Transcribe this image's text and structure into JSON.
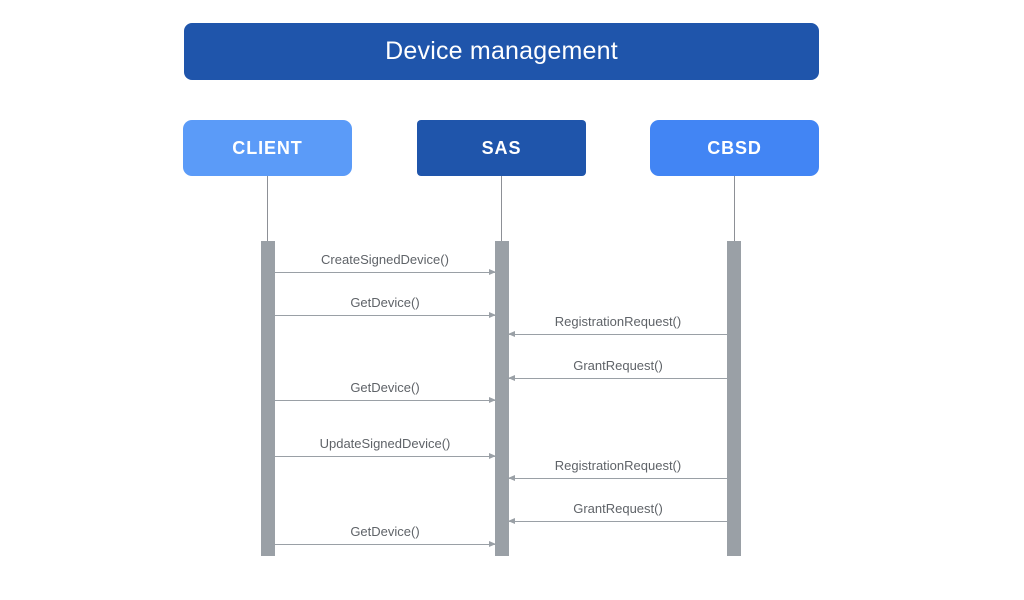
{
  "diagram": {
    "kind": "sequence-diagram",
    "title": "Device management",
    "colors": {
      "title_background": "#1f55ab",
      "client_box": "#5b9bf8",
      "sas_box": "#1f55ab",
      "cbsd_box": "#4285f4",
      "activation_bar": "#9aa0a6",
      "message_line": "#9aa0a6",
      "message_text": "#5f6368",
      "canvas": "#ffffff"
    },
    "participants": [
      {
        "id": "client",
        "label": "CLIENT"
      },
      {
        "id": "sas",
        "label": "SAS"
      },
      {
        "id": "cbsd",
        "label": "CBSD"
      }
    ],
    "messages": [
      {
        "label": "CreateSignedDevice()",
        "from": "client",
        "to": "sas",
        "direction": "right"
      },
      {
        "label": "GetDevice()",
        "from": "client",
        "to": "sas",
        "direction": "right"
      },
      {
        "label": "RegistrationRequest()",
        "from": "cbsd",
        "to": "sas",
        "direction": "left"
      },
      {
        "label": "GrantRequest()",
        "from": "cbsd",
        "to": "sas",
        "direction": "left"
      },
      {
        "label": "GetDevice()",
        "from": "client",
        "to": "sas",
        "direction": "right"
      },
      {
        "label": "UpdateSignedDevice()",
        "from": "client",
        "to": "sas",
        "direction": "right"
      },
      {
        "label": "RegistrationRequest()",
        "from": "cbsd",
        "to": "sas",
        "direction": "left"
      },
      {
        "label": "GrantRequest()",
        "from": "cbsd",
        "to": "sas",
        "direction": "left"
      },
      {
        "label": "GetDevice()",
        "from": "client",
        "to": "sas",
        "direction": "right"
      }
    ]
  }
}
